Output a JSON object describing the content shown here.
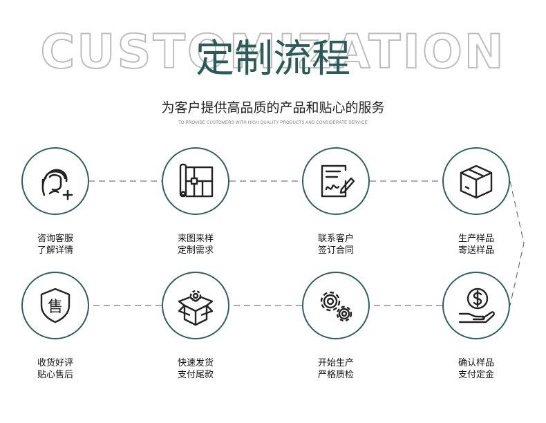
{
  "header": {
    "bg_word": "CUSTOMIZATION",
    "title": "定制流程",
    "subtitle": "为客户提供高品质的产品和贴心的服务",
    "tagline": "TO PROVIDE CUSTOMERS WITH HIGH QUALITY PRODUCTS AND CONSIDERATE SERVICE"
  },
  "colors": {
    "accent": "#2f5f5a",
    "title": "#2a5c57",
    "line": "#555555"
  },
  "steps": [
    {
      "icon": "customer-service-headset-icon",
      "line1": "咨询客服",
      "line2": "了解详情"
    },
    {
      "icon": "blueprint-drawing-icon",
      "line1": "来图来样",
      "line2": "定制需求"
    },
    {
      "icon": "contract-sign-icon",
      "line1": "联系客户",
      "line2": "签订合同"
    },
    {
      "icon": "package-box-icon",
      "line1": "生产样品",
      "line2": "寄送样品"
    },
    {
      "icon": "dollar-hand-icon",
      "line1": "确认样品",
      "line2": "支付定金"
    },
    {
      "icon": "gears-icon",
      "line1": "开始生产",
      "line2": "严格质检"
    },
    {
      "icon": "open-box-gear-icon",
      "line1": "快速发货",
      "line2": "支付尾款"
    },
    {
      "icon": "sale-shield-icon",
      "glyph": "售",
      "line1": "收货好评",
      "line2": "贴心售后"
    }
  ]
}
